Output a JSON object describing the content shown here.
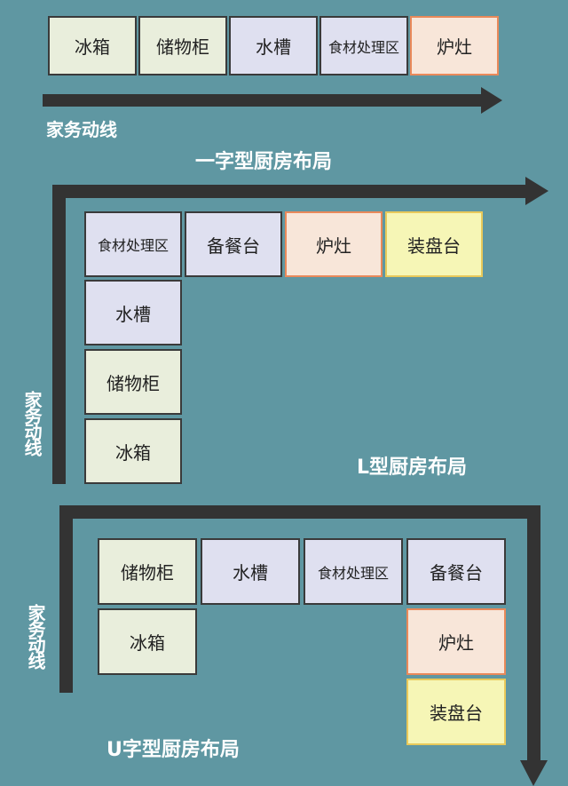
{
  "straight_layout": {
    "title": "一字型厨房布局",
    "flow_label": "家务动线",
    "stations": [
      "冰箱",
      "储物柜",
      "水槽",
      "食材处理区",
      "炉灶"
    ]
  },
  "l_layout": {
    "title": "L型厨房布局",
    "flow_label": "家务动线",
    "top_row": [
      "食材处理区",
      "备餐台",
      "炉灶",
      "装盘台"
    ],
    "side_column": [
      "水槽",
      "储物柜",
      "冰箱"
    ]
  },
  "u_layout": {
    "title": "U字型厨房布局",
    "flow_label": "家务动线",
    "left_column": [
      "储物柜",
      "冰箱"
    ],
    "top_row": [
      "水槽",
      "食材处理区",
      "备餐台"
    ],
    "right_column": [
      "炉灶",
      "装盘台"
    ]
  },
  "colors": {
    "background": "#5f97a2",
    "storage_green": "#e9eedc",
    "prep_purple": "#dfe0f0",
    "stove_orange": "#f8e6d9",
    "plating_yellow": "#f6f6b6",
    "arrow": "#333333"
  }
}
